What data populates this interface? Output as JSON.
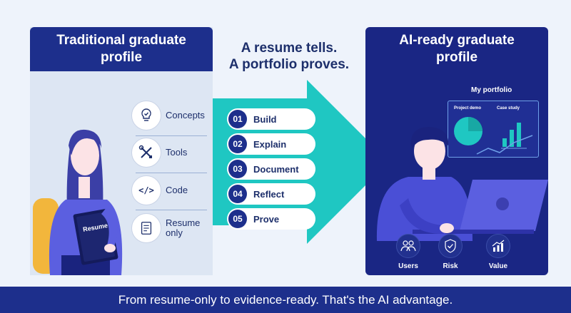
{
  "left": {
    "title": "Traditional graduate profile",
    "book_label": "Resume",
    "features": [
      {
        "label": "Concepts",
        "icon": "lightbulb-icon"
      },
      {
        "label": "Tools",
        "icon": "wrench-screwdriver-icon"
      },
      {
        "label": "Code",
        "icon": "code-brackets-icon"
      },
      {
        "label": "Resume only",
        "icon": "document-icon"
      }
    ]
  },
  "center": {
    "tagline_line1": "A resume tells.",
    "tagline_line2": "A portfolio proves.",
    "steps": [
      {
        "num": "01",
        "label": "Build"
      },
      {
        "num": "02",
        "label": "Explain"
      },
      {
        "num": "03",
        "label": "Document"
      },
      {
        "num": "04",
        "label": "Reflect"
      },
      {
        "num": "05",
        "label": "Prove"
      }
    ]
  },
  "right": {
    "title": "AI-ready graduate profile",
    "portfolio_title": "My portfolio",
    "dashboard_labels": [
      "Project demo",
      "Case study"
    ],
    "metrics": [
      {
        "label": "Users",
        "icon": "users-icon"
      },
      {
        "label": "Risk",
        "icon": "shield-check-icon"
      },
      {
        "label": "Value",
        "icon": "growth-chart-icon"
      }
    ]
  },
  "footer": {
    "text": "From resume-only to evidence-ready. That's the AI advantage."
  },
  "colors": {
    "navy": "#1d2f8c",
    "teal": "#1fc7c2",
    "panel_light": "#dde6f3",
    "purple": "#4a4fd6"
  }
}
